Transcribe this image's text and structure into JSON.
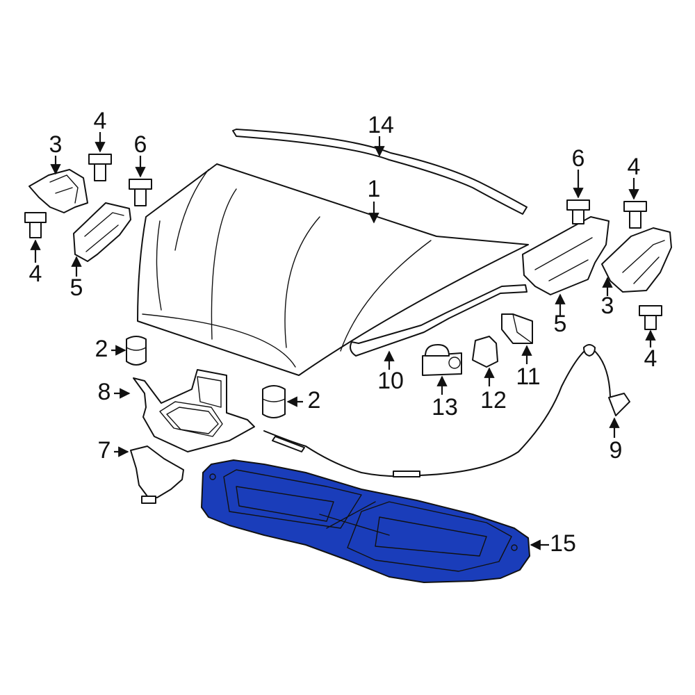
{
  "highlight_color": "#1a3dba",
  "callouts": [
    {
      "id": "c14",
      "text": "14"
    },
    {
      "id": "c1",
      "text": "1"
    },
    {
      "id": "c3l",
      "text": "3"
    },
    {
      "id": "c4tl",
      "text": "4"
    },
    {
      "id": "c6l",
      "text": "6"
    },
    {
      "id": "c4ml",
      "text": "4"
    },
    {
      "id": "c5l",
      "text": "5"
    },
    {
      "id": "c6r",
      "text": "6"
    },
    {
      "id": "c4tr",
      "text": "4"
    },
    {
      "id": "c3r",
      "text": "3"
    },
    {
      "id": "c5r",
      "text": "5"
    },
    {
      "id": "c4br",
      "text": "4"
    },
    {
      "id": "c2l",
      "text": "2"
    },
    {
      "id": "c2r",
      "text": "2"
    },
    {
      "id": "c8",
      "text": "8"
    },
    {
      "id": "c7",
      "text": "7"
    },
    {
      "id": "c10",
      "text": "10"
    },
    {
      "id": "c13",
      "text": "13"
    },
    {
      "id": "c12",
      "text": "12"
    },
    {
      "id": "c11",
      "text": "11"
    },
    {
      "id": "c9",
      "text": "9"
    },
    {
      "id": "c15",
      "text": "15"
    }
  ]
}
